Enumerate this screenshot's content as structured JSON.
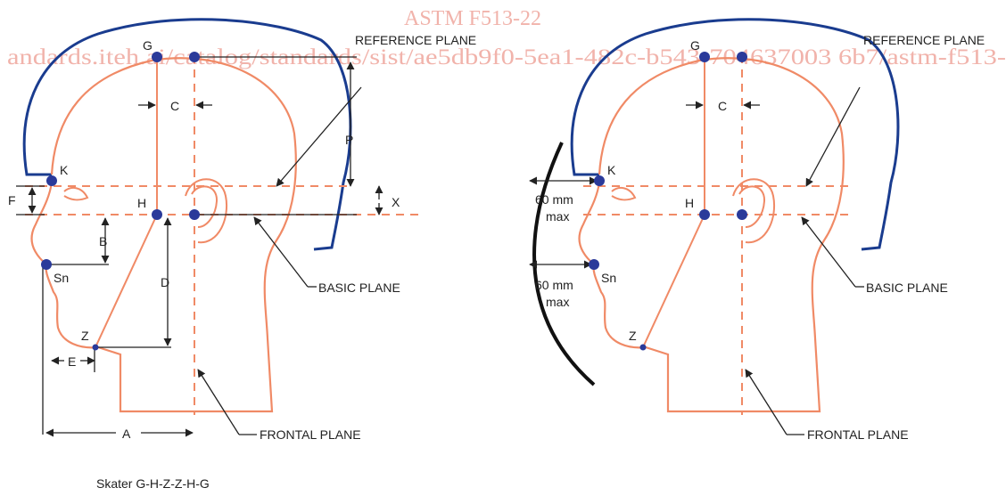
{
  "watermark": {
    "title": "ASTM F513-22",
    "url": "andards.iteh.ai/catalog/standards/sist/ae5db9f0-5ea1-482c-b543-704637003 6b7/astm-f513-"
  },
  "left_figure": {
    "points": {
      "g": "G",
      "k": "K",
      "h": "H",
      "sn": "Sn",
      "z": "Z"
    },
    "dims": {
      "c": "C",
      "p": "P",
      "x": "X",
      "f": "F",
      "b": "B",
      "d": "D",
      "e": "E",
      "a": "A"
    },
    "planes": {
      "reference": "REFERENCE PLANE",
      "basic": "BASIC PLANE",
      "frontal": "FRONTAL PLANE"
    }
  },
  "right_figure": {
    "points": {
      "g": "G",
      "k": "K",
      "h": "H",
      "sn": "Sn",
      "z": "Z"
    },
    "dims": {
      "c": "C"
    },
    "max_upper": [
      "60 mm",
      "max"
    ],
    "max_lower": [
      "60 mm",
      "max"
    ],
    "planes": {
      "reference": "REFERENCE PLANE",
      "basic": "BASIC PLANE",
      "frontal": "FRONTAL PLANE"
    }
  },
  "caption": "Skater G-H-Z-Z-H-G",
  "colors": {
    "head": "#f08a66",
    "helmet": "#1a3c8f",
    "points": "#2a3a9a",
    "ink": "#222222",
    "shield": "#111111"
  }
}
